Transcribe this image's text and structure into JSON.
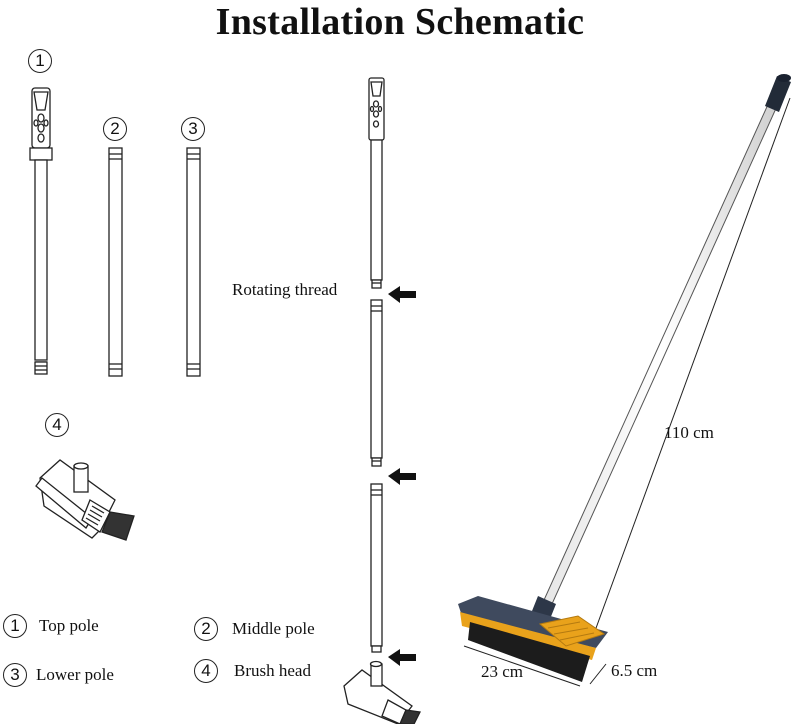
{
  "title": "Installation Schematic",
  "parts": [
    {
      "num": "1",
      "name": "Top pole"
    },
    {
      "num": "2",
      "name": "Middle pole"
    },
    {
      "num": "3",
      "name": "Lower pole"
    },
    {
      "num": "4",
      "name": "Brush head"
    }
  ],
  "annotations": {
    "rotating_thread": "Rotating thread",
    "length": "110 cm",
    "width": "23 cm",
    "depth": "6.5 cm"
  },
  "colors": {
    "brush_head": "#3f4a5e",
    "accent": "#e9a21b",
    "bristles": "#1c1c1c",
    "line": "#222222"
  }
}
